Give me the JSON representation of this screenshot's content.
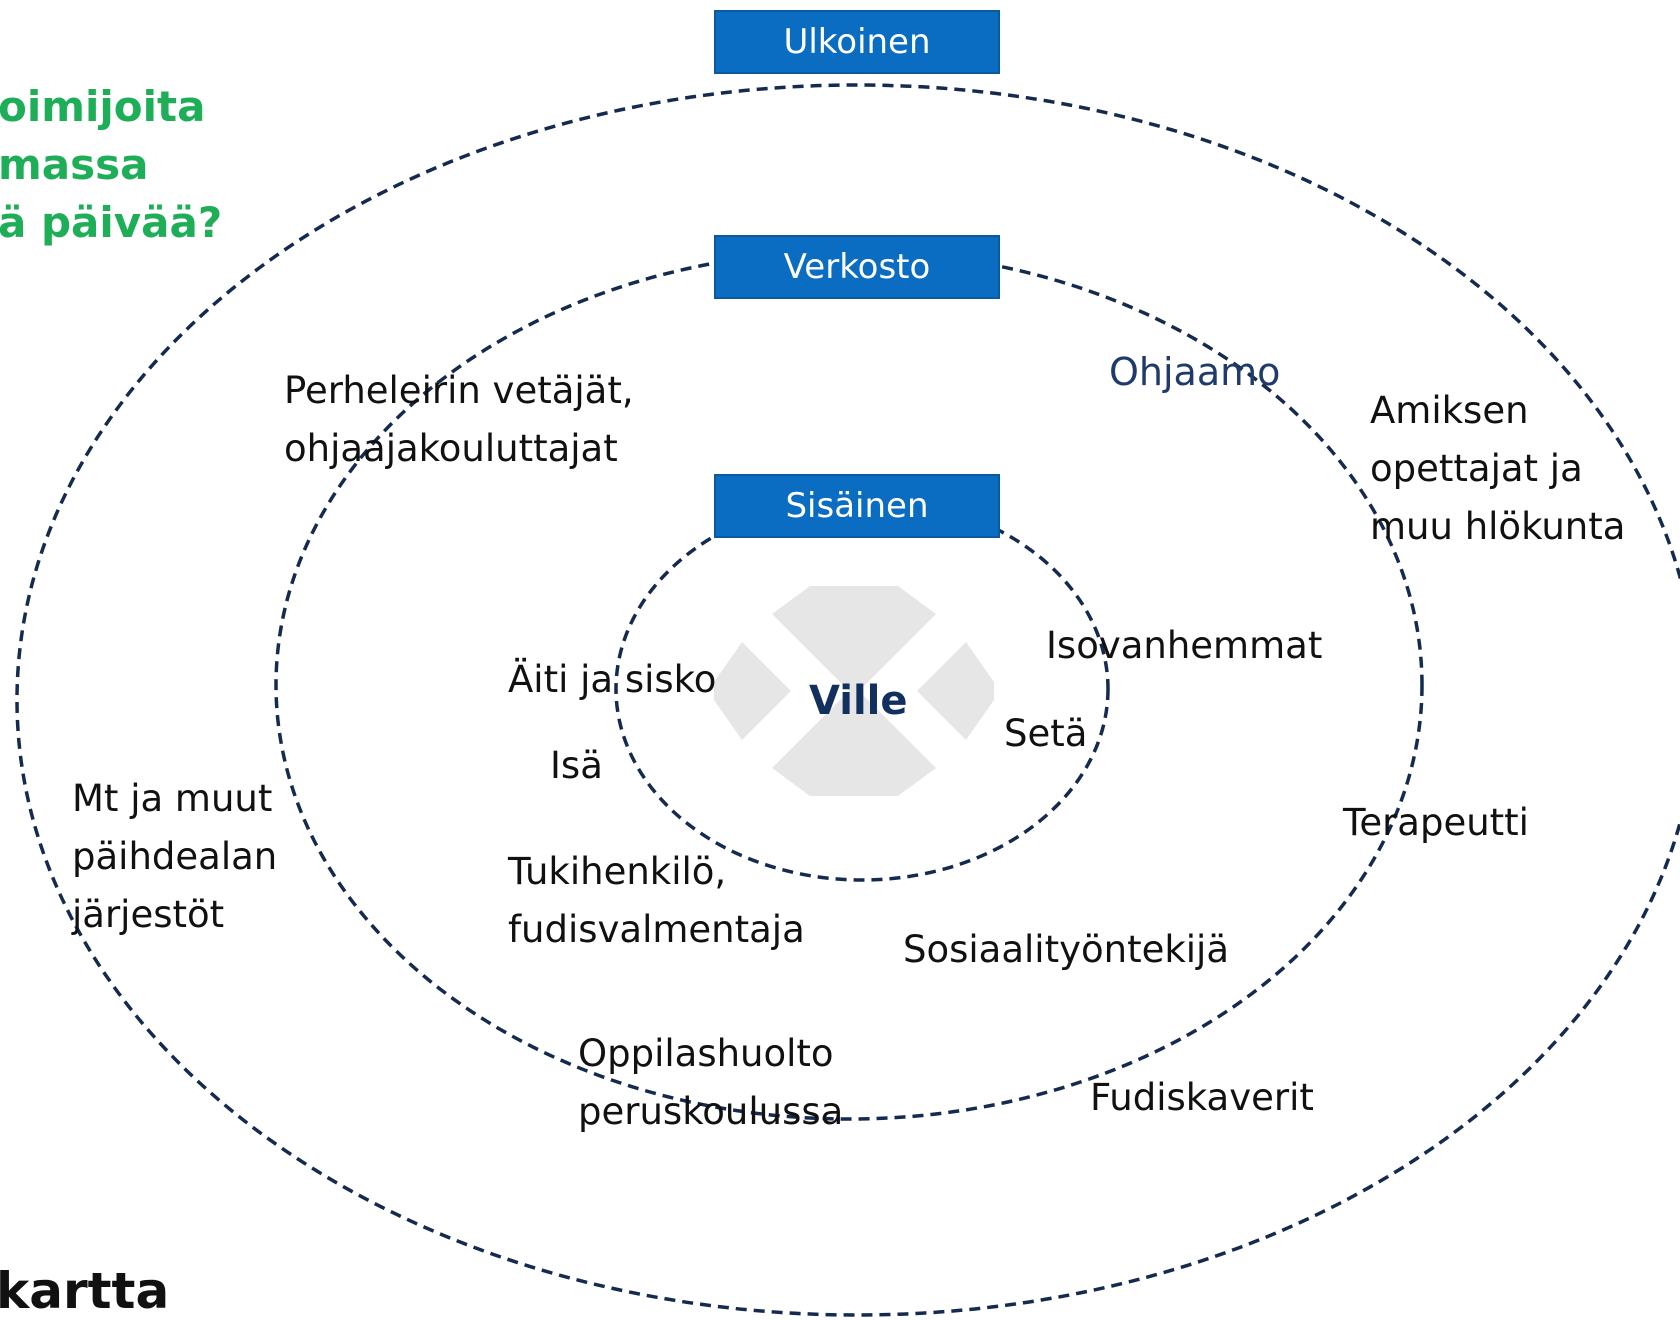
{
  "question": "oimijoita\nmassa\nä päivää?",
  "title": "kartta",
  "rings": {
    "outer": "Ulkoinen",
    "middle": "Verkosto",
    "inner": "Sisäinen"
  },
  "center_person": "Ville",
  "ohjaamo": "Ohjaamo",
  "labels": {
    "perheleiri": "Perheleirin vetäjät,\nohjaajakouluttajat",
    "amiksen": "Amiksen\nopettajat ja\nmuu hlökunta",
    "isovanhemmat": "Isovanhemmat",
    "aiti": "Äiti ja sisko",
    "seta": "Setä",
    "isa": "Isä",
    "mt": "Mt ja muut\npäihdealan\njärjestöt",
    "terapeutti": "Terapeutti",
    "tukihenkilo": "Tukihenkilö,\nfudisvalmentaja",
    "sosiaali": "Sosiaalityöntekijä",
    "oppilas": "Oppilashuolto\nperuskoulussa",
    "fudiskaverit": "Fudiskaverit"
  },
  "colors": {
    "tab": "#0a6dc2",
    "ring": "#152a4f",
    "question": "#1fae58",
    "ohjaamo": "#1f3a6b",
    "center": "#11305e",
    "arrows": "#e6e6e6"
  }
}
